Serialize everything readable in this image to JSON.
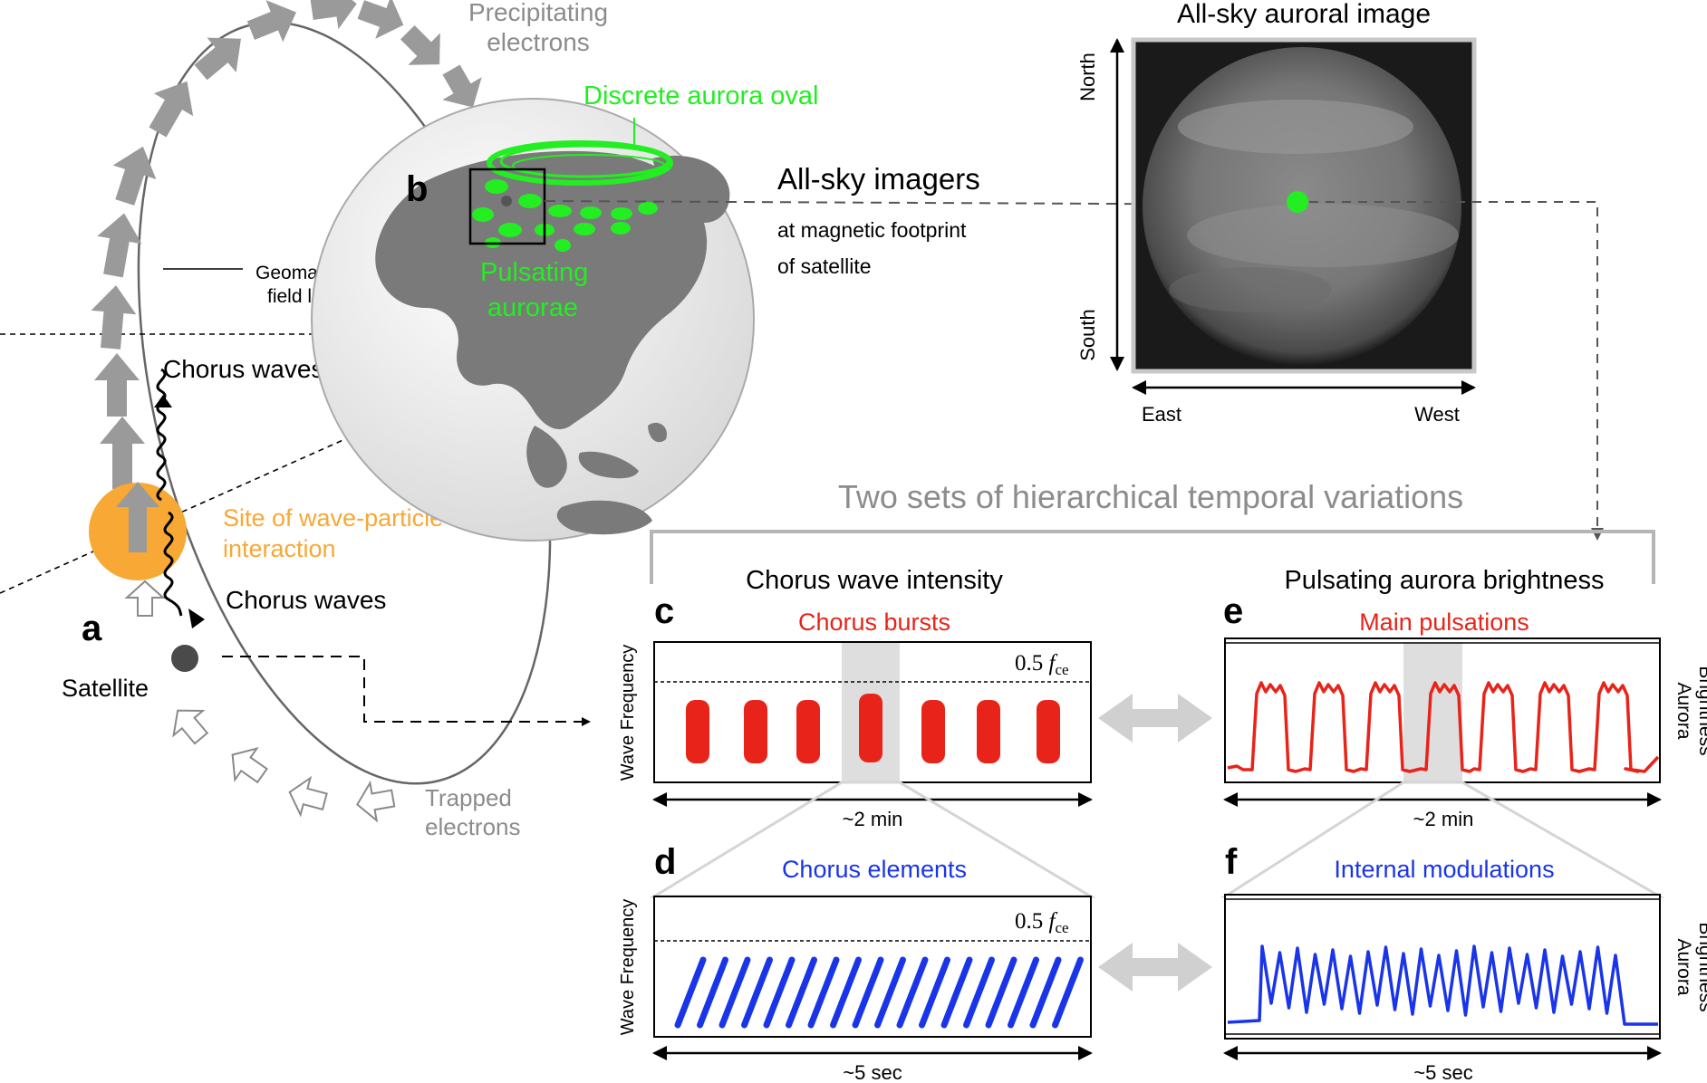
{
  "colors": {
    "green": "#22ee22",
    "red": "#e8241a",
    "blue": "#1a35e8",
    "orange": "#f7a835",
    "gray_text": "#8c8c8c",
    "earth_land": "#7a7a7a",
    "earth_sea": "#f0f0f0"
  },
  "panel_letters": {
    "a": "a",
    "b": "b",
    "c": "c",
    "d": "d",
    "e": "e",
    "f": "f"
  },
  "labels": {
    "precipitating": [
      "Precipitating",
      "electrons"
    ],
    "discrete_oval": "Discrete aurora oval",
    "geomagnetic": [
      "Geomagnetic",
      "field line"
    ],
    "pulsating": [
      "Pulsating",
      "aurorae"
    ],
    "chorus_waves_top": "Chorus waves",
    "chorus_waves_bottom": "Chorus waves",
    "interaction": [
      "Site of wave-particle",
      "interaction"
    ],
    "satellite": "Satellite",
    "trapped": [
      "Trapped",
      "electrons"
    ],
    "imagers_title": "All-sky imagers",
    "imagers_sub": [
      "at magnetic footprint",
      "of satellite"
    ],
    "allsky_title": "All-sky auroral image",
    "north": "North",
    "south": "South",
    "east": "East",
    "west": "West",
    "hierarchy_title": "Two sets of hierarchical temporal variations",
    "chorus_intensity": "Chorus wave intensity",
    "aurora_brightness_title": "Pulsating aurora brightness",
    "chorus_bursts": "Chorus bursts",
    "main_pulsations": "Main pulsations",
    "chorus_elements": "Chorus elements",
    "internal_modulations": "Internal modulations",
    "wave_frequency": "Wave Frequency",
    "aurora_brightness": [
      "Aurora",
      "Brightness"
    ],
    "fce_num": "0.5",
    "fce_var": "f",
    "fce_sub": "ce",
    "two_min": "~2 min",
    "five_sec": "~5 sec"
  }
}
